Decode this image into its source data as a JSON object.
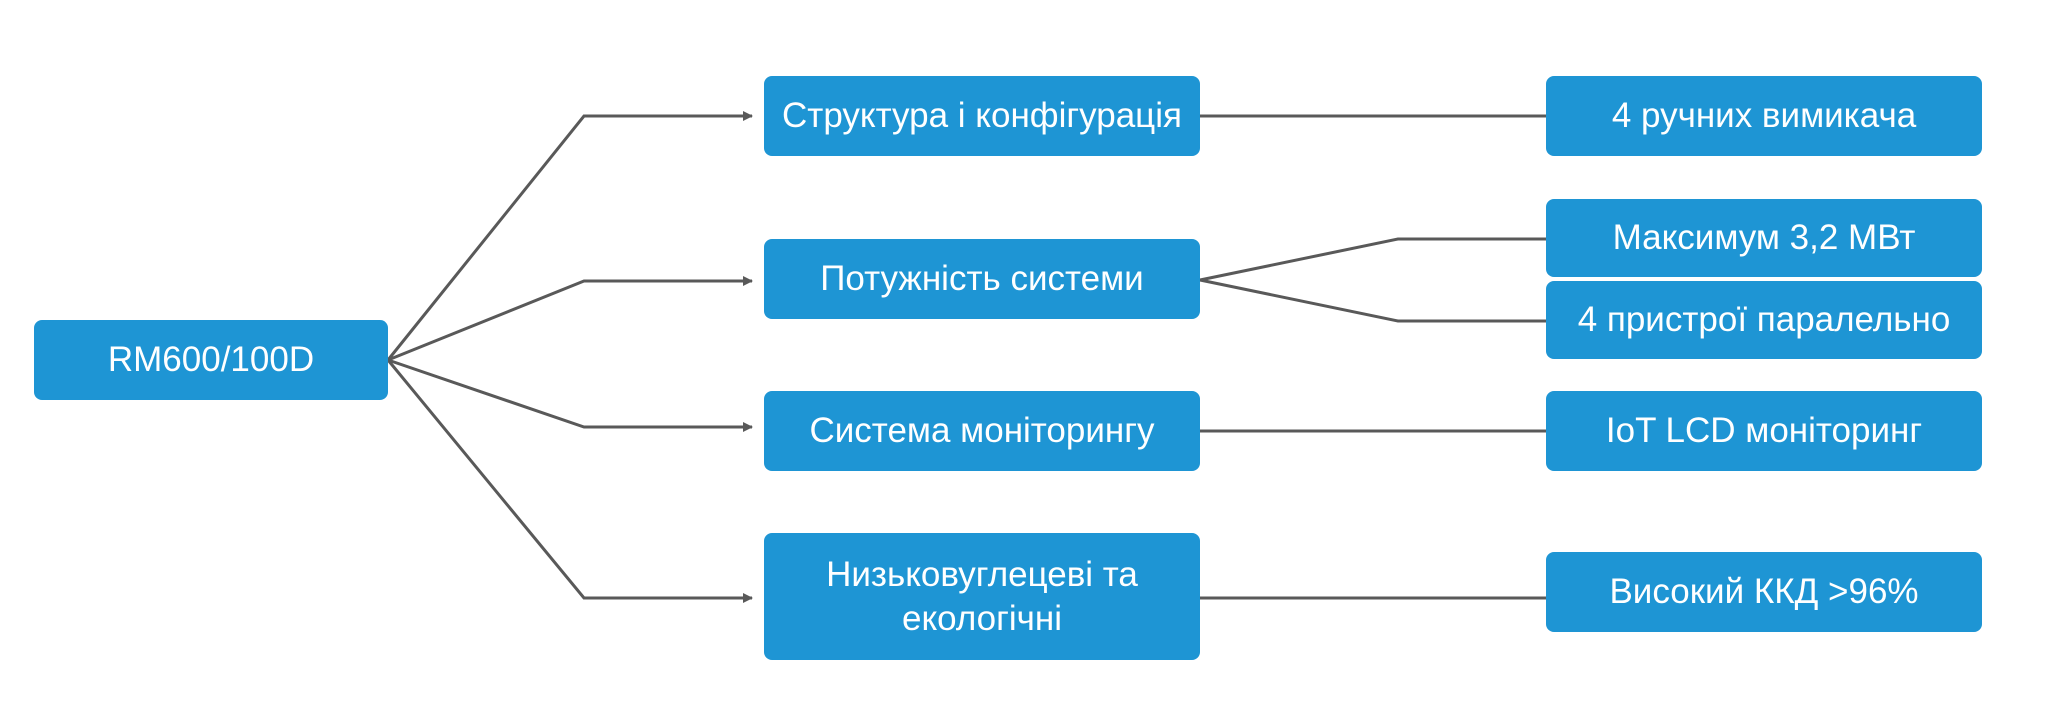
{
  "root": {
    "label": "RM600/100D"
  },
  "branches": [
    {
      "label": "Структура і конфігурація",
      "details": [
        "4 ручних вимикача"
      ]
    },
    {
      "label": "Потужність системи",
      "details": [
        "Максимум 3,2 МВт",
        "4 пристрої паралельно"
      ]
    },
    {
      "label": "Система моніторингу",
      "details": [
        "IoT LCD моніторинг"
      ]
    },
    {
      "label": "Низьковуглецеві та екологічні",
      "details": [
        "Високий ККД >96%"
      ]
    }
  ],
  "colors": {
    "node_fill": "#1e95d4",
    "node_text": "#ffffff",
    "connector": "#595959"
  }
}
